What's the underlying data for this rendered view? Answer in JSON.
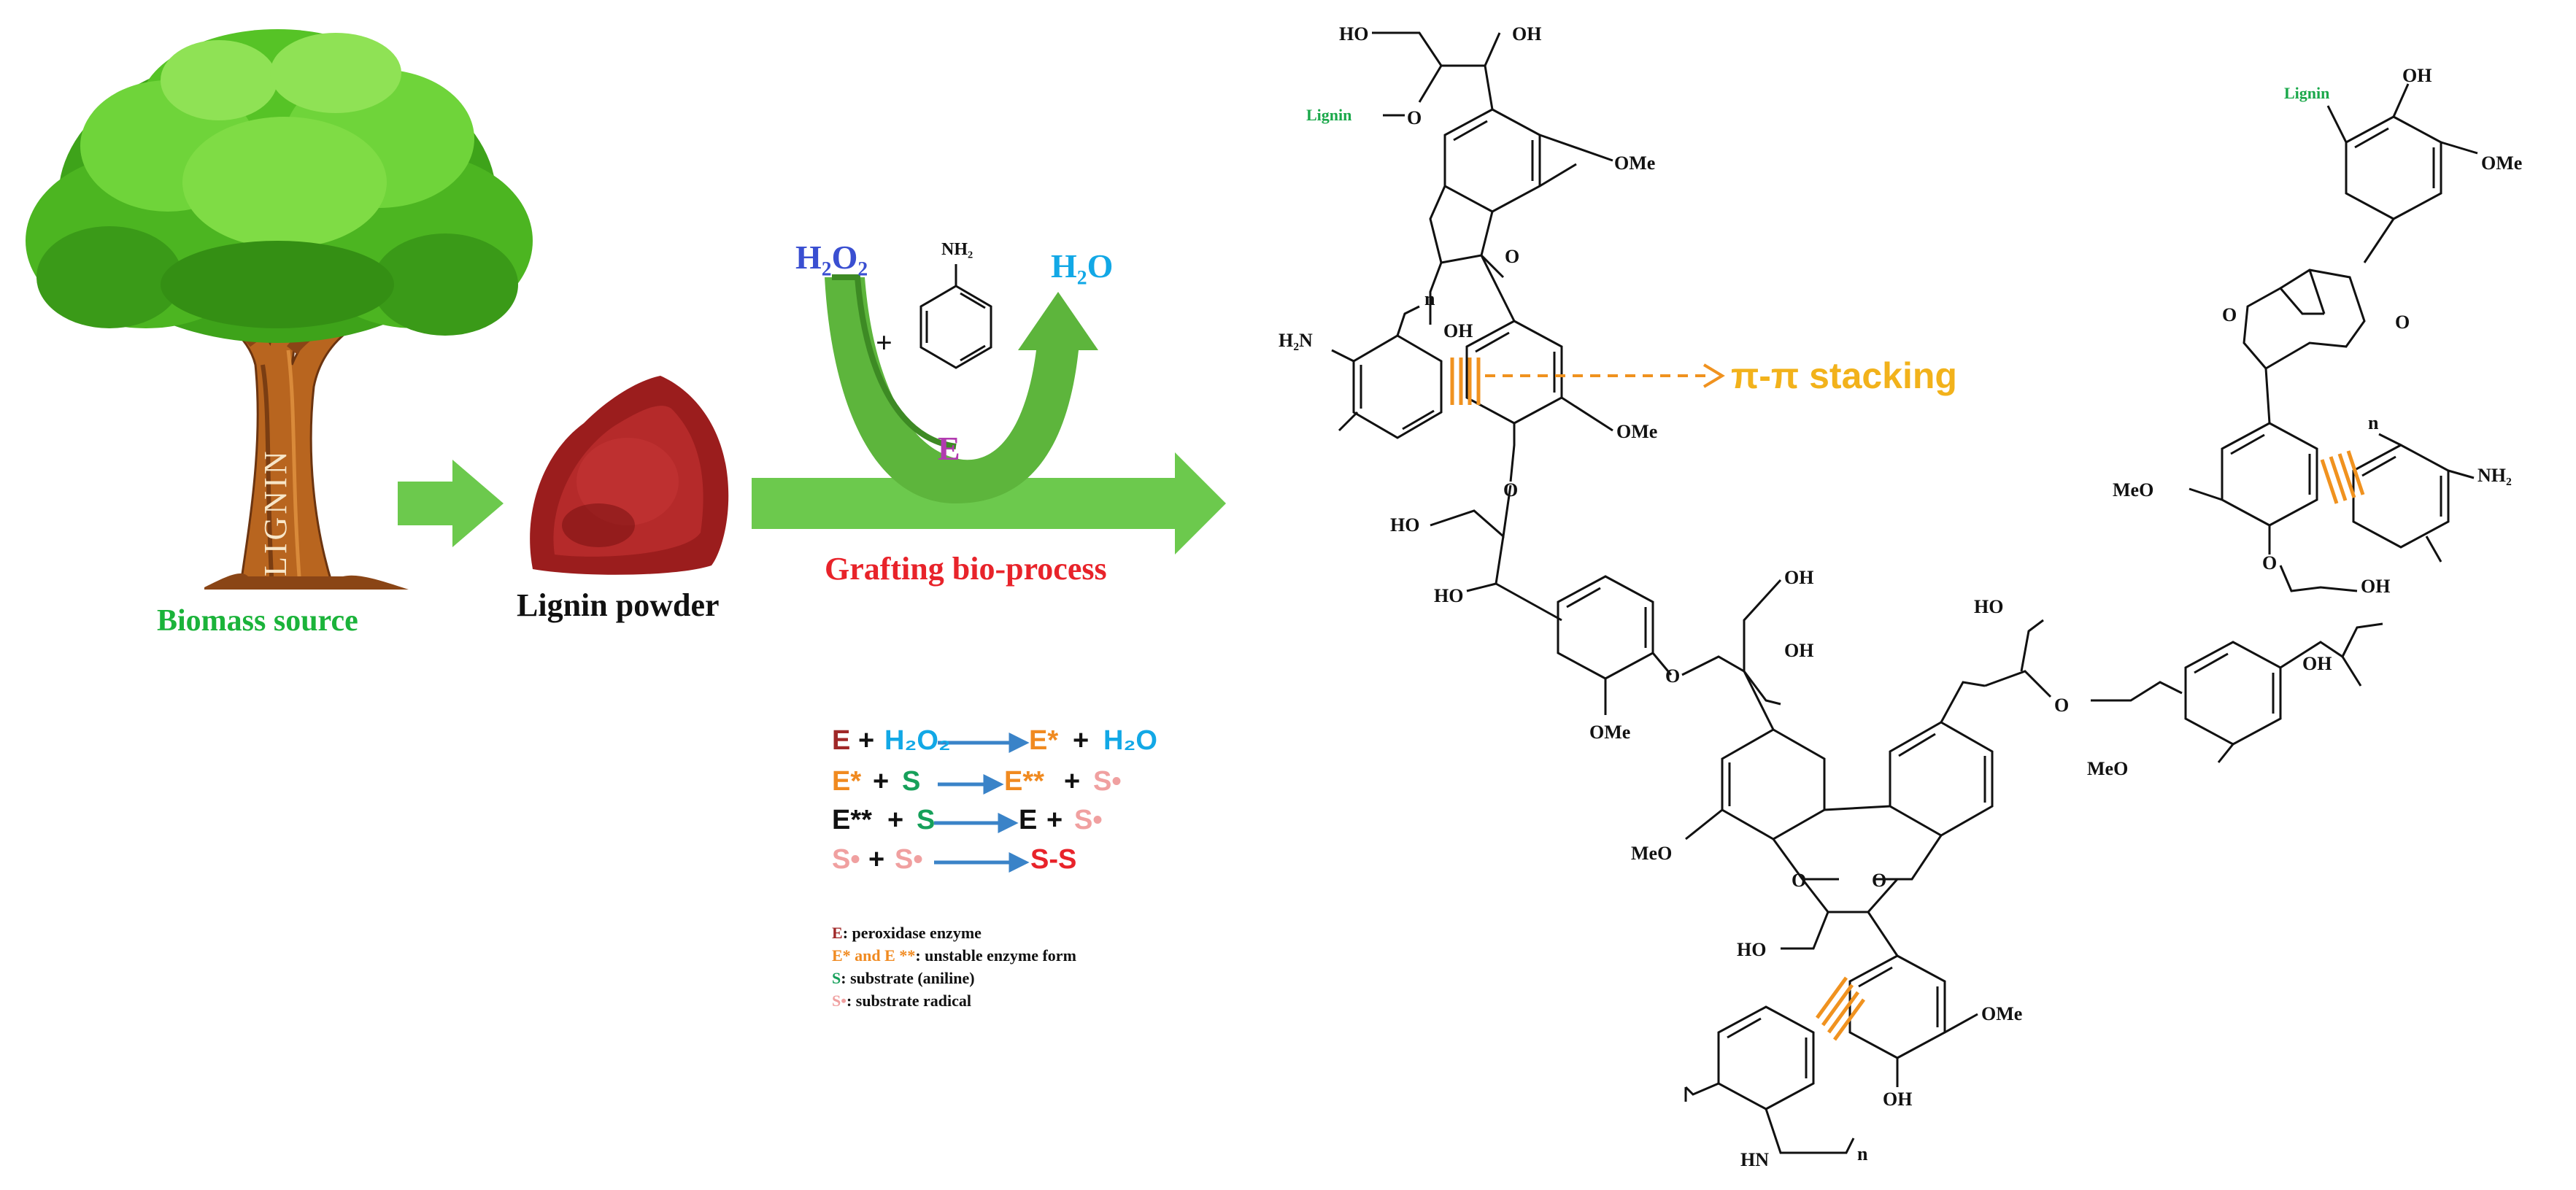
{
  "colors": {
    "green_label": "#1bb33a",
    "arrow_green": "#6cc94d",
    "red_label": "#e8232a",
    "blue_label": "#3a4fd1",
    "cyan_label": "#12a8e6",
    "purple_label": "#b23bb0",
    "orange": "#f0921f",
    "pi_label": "#f2b21b",
    "s_green": "#16a05a",
    "radical_pink": "#f0a0a0",
    "e_brown": "#a02828",
    "enzyme_orange": "#f08a20"
  },
  "labels": {
    "biomass_source": "Biomass source",
    "lignin_powder": "Lignin powder",
    "grafting": "Grafting bio-process",
    "h2o2": "H₂O₂",
    "h2o": "H₂O",
    "nh2": "NH₂",
    "plus": "+",
    "enzyme": "E",
    "trunk_text": "LIGNIN",
    "pi_stacking": "π-π stacking"
  },
  "equations": [
    {
      "left": [
        "E",
        "+",
        "H₂O₂"
      ],
      "right": [
        "E*",
        "+",
        "H₂O"
      ]
    },
    {
      "left": [
        "E*",
        "+",
        "S"
      ],
      "right": [
        "E**",
        "+",
        "S•"
      ]
    },
    {
      "left": [
        "E**",
        "+",
        "S"
      ],
      "right": [
        "E",
        "+",
        "S•"
      ]
    },
    {
      "left": [
        "S•",
        "+",
        "S•"
      ],
      "right": [
        "S-S"
      ]
    }
  ],
  "legend": [
    {
      "key": "E",
      "text": ": peroxidase enzyme"
    },
    {
      "key": "E* and E **",
      "text": ": unstable enzyme form"
    },
    {
      "key": "S",
      "text": ": substrate (aniline)"
    },
    {
      "key": "S•",
      "text": ": substrate radical"
    }
  ],
  "structure_labels": {
    "ho_top": "HO",
    "oh_top": "OH",
    "lignin_left": "Lignin",
    "o_left": "O",
    "ome_top": "OMe",
    "o_ring1": "O",
    "oh_ch2": "OH",
    "h2n_left": "H₂N",
    "n_left": "n",
    "ome_mid": "OMe",
    "o_link1": "O",
    "ho_mid": "HO",
    "ho_mid2": "HO",
    "oh_mid": "OH",
    "o_link2": "O",
    "oh_mid2": "OH",
    "ome_low": "OMe",
    "meo_bottom": "MeO",
    "o_b1": "O",
    "o_b2": "O",
    "ho_bottom": "HO",
    "ome_bottom": "OMe",
    "oh_bottom": "OH",
    "hn_bottom": "HN",
    "n_bottom": "n",
    "lignin_right": "Lignin",
    "oh_right_top": "OH",
    "ome_right_top": "OMe",
    "o_r1": "O",
    "o_r2": "O",
    "n_right": "n",
    "nh2_right": "NH₂",
    "meo_right": "MeO",
    "o_r3": "O",
    "oh_r1": "OH",
    "oh_r2": "OH",
    "ho_r": "HO",
    "o_r4": "O",
    "meo_r2": "MeO"
  }
}
